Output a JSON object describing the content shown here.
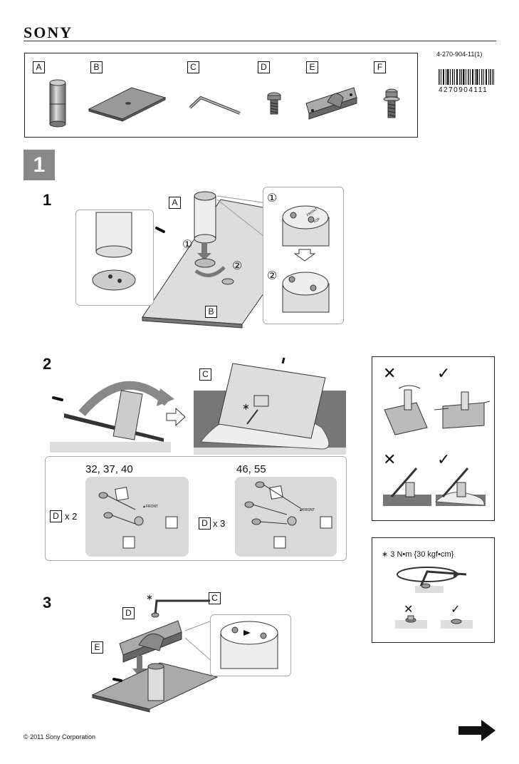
{
  "header": {
    "brand": "SONY",
    "part_number": "4-270-904-11(1)",
    "barcode_number": "4270904111"
  },
  "parts": [
    {
      "letter": "A"
    },
    {
      "letter": "B"
    },
    {
      "letter": "C"
    },
    {
      "letter": "D"
    },
    {
      "letter": "E"
    },
    {
      "letter": "F"
    }
  ],
  "section": {
    "number": "1"
  },
  "steps": {
    "step1": {
      "number": "1",
      "label_a": "A",
      "label_b": "B",
      "callout1": "①",
      "callout2": "②",
      "detail_front": "FRONT",
      "detail_top": "TOP"
    },
    "step2": {
      "number": "2",
      "label_c": "C",
      "asterisk": "∗",
      "small_sizes": "32, 37, 40",
      "large_sizes": "46, 55",
      "label_d": "D",
      "small_qty": "x 2",
      "large_qty": "x 3",
      "front_mark": "▲FRONT"
    },
    "step3": {
      "number": "3",
      "asterisk": "∗",
      "label_c": "C",
      "label_d": "D",
      "label_e": "E"
    }
  },
  "sidebar": {
    "wrong_mark": "✕",
    "right_mark": "✓",
    "torque_note": "∗ 3 N•m {30 kgf•cm}"
  },
  "footer": {
    "copyright": "© 2011 Sony Corporation"
  },
  "colors": {
    "step_badge": "#888888",
    "gray_panel": "#d9d9d9",
    "dark_floor": "#777777",
    "ink": "#111111"
  },
  "icons": {
    "next_page": "right-arrow-icon"
  }
}
